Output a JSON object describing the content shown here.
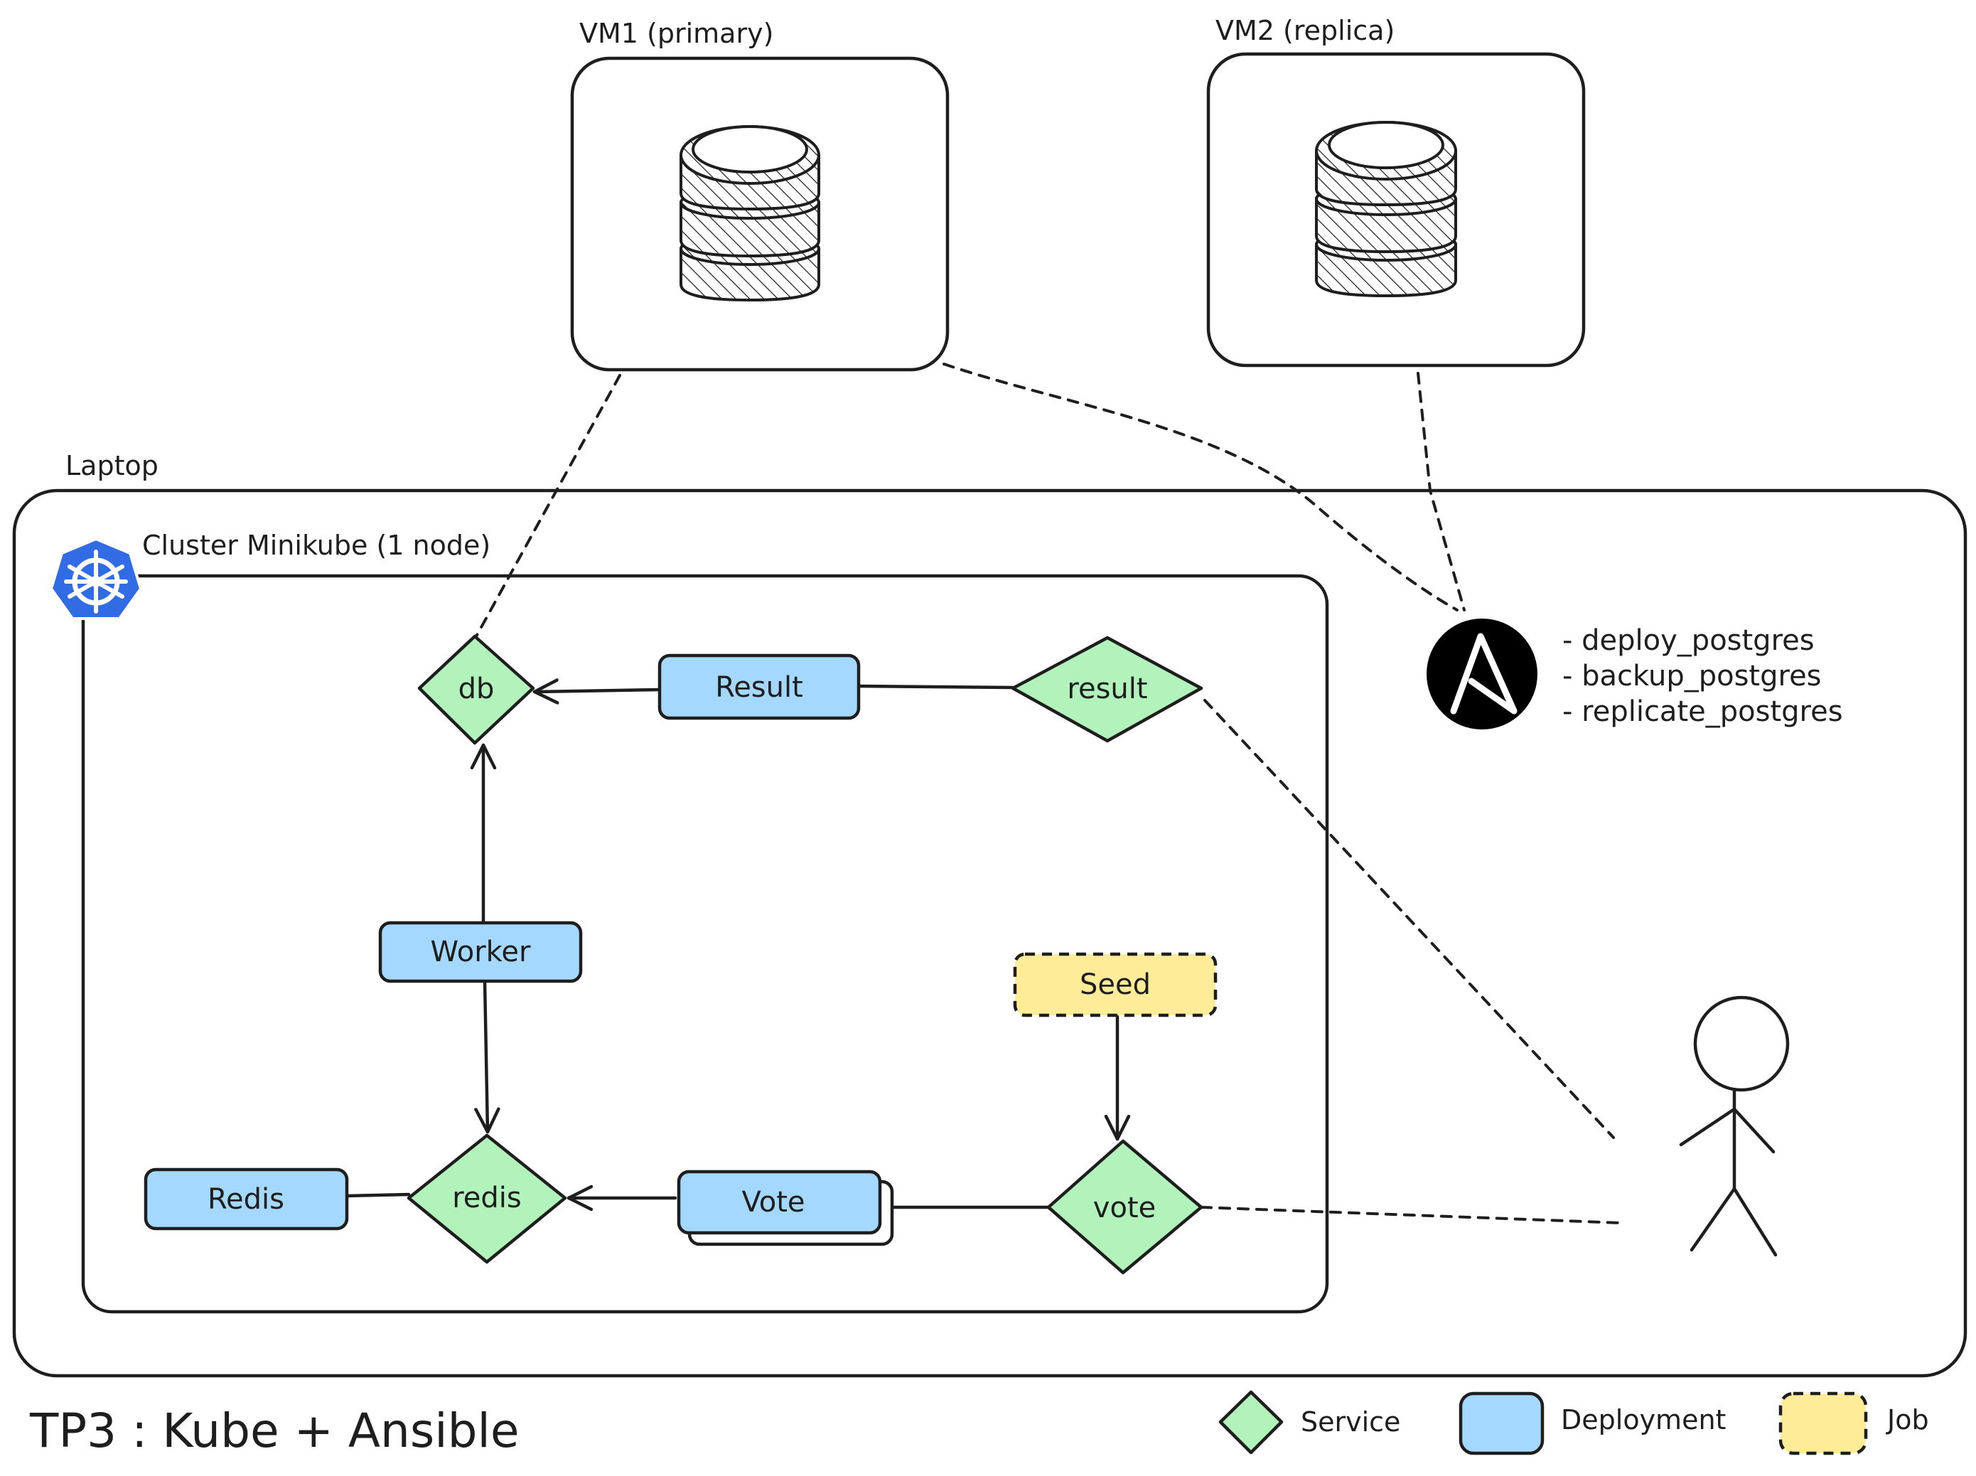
{
  "title": "TP3 : Kube + Ansible",
  "vm1": {
    "label": "VM1 (primary)"
  },
  "vm2": {
    "label": "VM2 (replica)"
  },
  "laptop": {
    "label": "Laptop"
  },
  "cluster": {
    "label": "Cluster Minikube (1 node)"
  },
  "nodes": {
    "db": "db",
    "result_service": "result",
    "result_deployment": "Result",
    "worker": "Worker",
    "seed": "Seed",
    "redis_service": "redis",
    "redis_deployment": "Redis",
    "vote_deployment": "Vote",
    "vote_service": "vote"
  },
  "ansible": {
    "playbooks": [
      "- deploy_postgres",
      "- backup_postgres",
      "- replicate_postgres"
    ]
  },
  "legend": {
    "service": "Service",
    "deployment": "Deployment",
    "job": "Job"
  },
  "colors": {
    "service": "#b2f2bb",
    "deployment": "#a5d8ff",
    "job": "#ffec99",
    "kubernetes": "#326ce5",
    "ansible": "#000000"
  },
  "icons": [
    "database-icon",
    "kubernetes-icon",
    "ansible-icon",
    "user-icon"
  ]
}
